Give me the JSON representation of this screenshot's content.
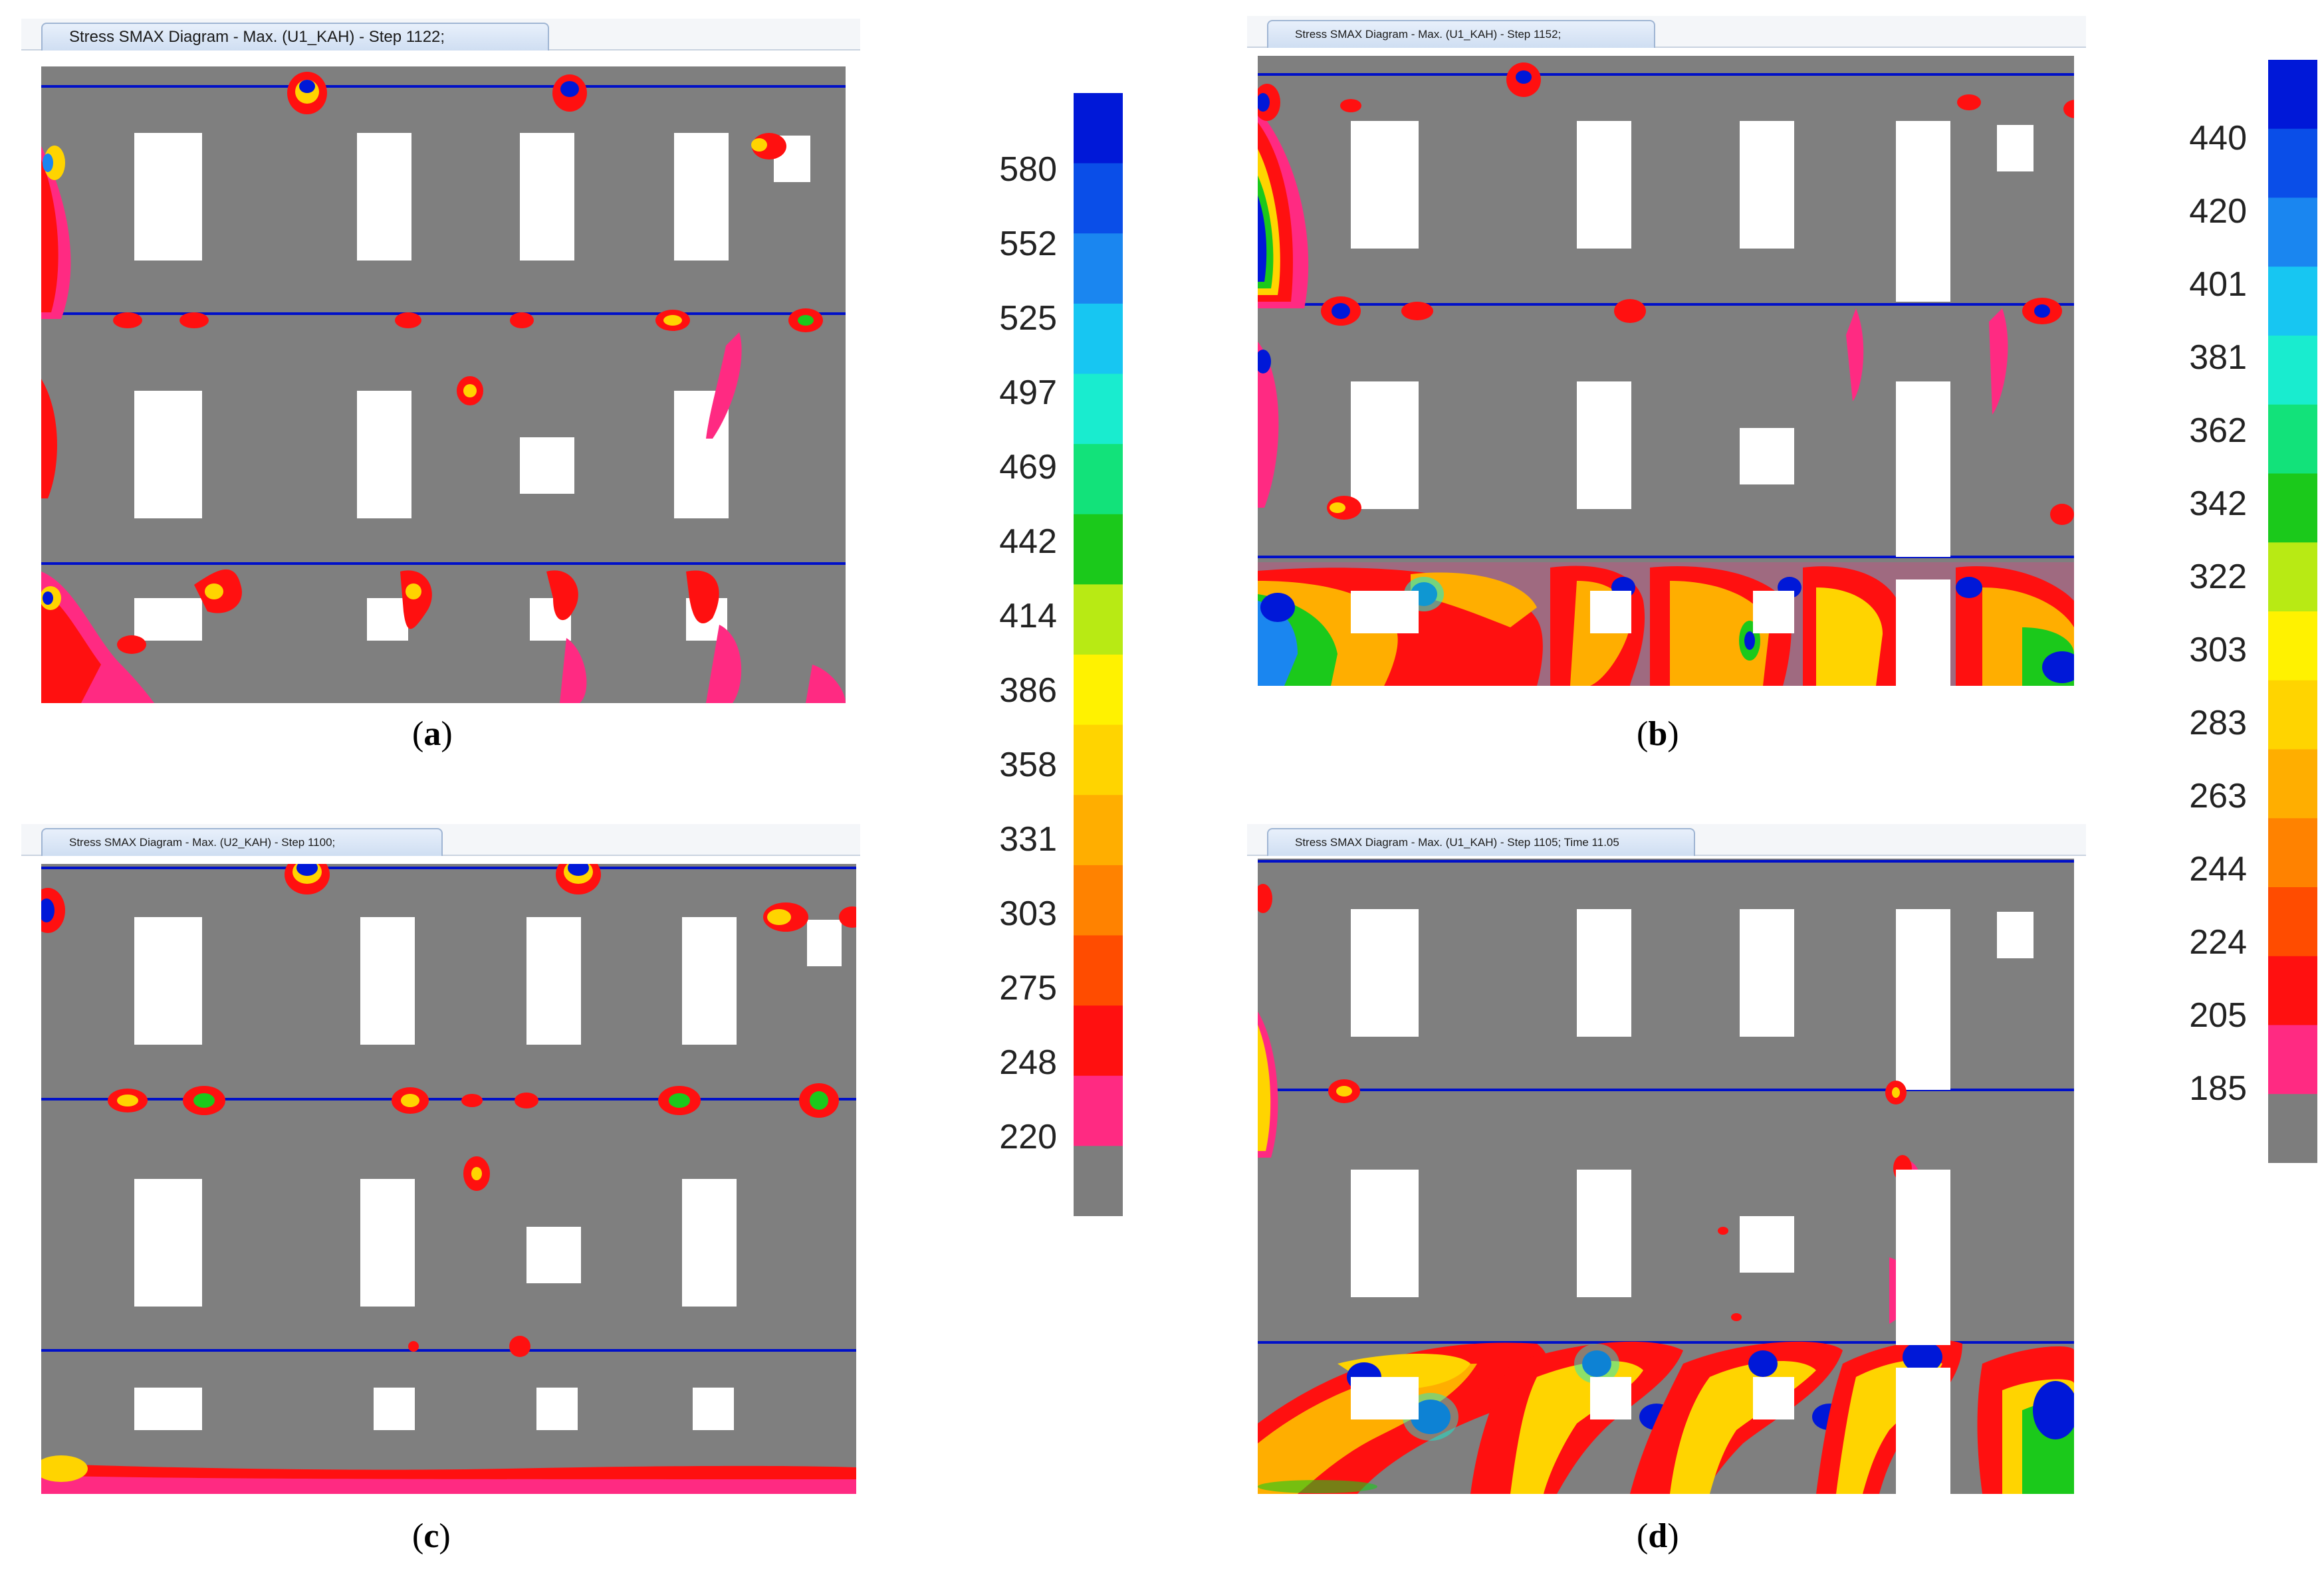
{
  "panels": [
    {
      "id": "a",
      "title": "Stress SMAX Diagram - Max.  (U1_KAH) - Step 1122;",
      "caption": "a"
    },
    {
      "id": "b",
      "title": "Stress SMAX Diagram - Max.  (U1_KAH) - Step 1152;",
      "caption": "b"
    },
    {
      "id": "c",
      "title": "Stress SMAX Diagram - Max.  (U2_KAH) - Step 1100;",
      "caption": "c"
    },
    {
      "id": "d",
      "title": "Stress SMAX Diagram - Max.  (U1_KAH) - Step 1105; Time 11.05",
      "caption": "d"
    }
  ],
  "legend_left": {
    "labels": [
      "580",
      "552",
      "525",
      "497",
      "469",
      "442",
      "414",
      "386",
      "358",
      "331",
      "303",
      "275",
      "248",
      "220"
    ],
    "colors": [
      "#0018d8",
      "#0a4ee8",
      "#1a86f0",
      "#17c6f2",
      "#19eccf",
      "#12e27a",
      "#1bc91b",
      "#b8ea14",
      "#fff200",
      "#ffd400",
      "#ffae00",
      "#ff8200",
      "#ff4c00",
      "#ff1010",
      "#ff2a82",
      "#7d7d7d"
    ]
  },
  "legend_right": {
    "labels": [
      "440",
      "420",
      "401",
      "381",
      "362",
      "342",
      "322",
      "303",
      "283",
      "263",
      "244",
      "224",
      "205",
      "185"
    ],
    "colors": [
      "#0018d8",
      "#0a4ee8",
      "#1a86f0",
      "#17c6f2",
      "#19eccf",
      "#12e27a",
      "#1bc91b",
      "#b8ea14",
      "#fff200",
      "#ffd400",
      "#ffae00",
      "#ff8200",
      "#ff4c00",
      "#ff1010",
      "#ff2a82",
      "#7d7d7d"
    ]
  }
}
